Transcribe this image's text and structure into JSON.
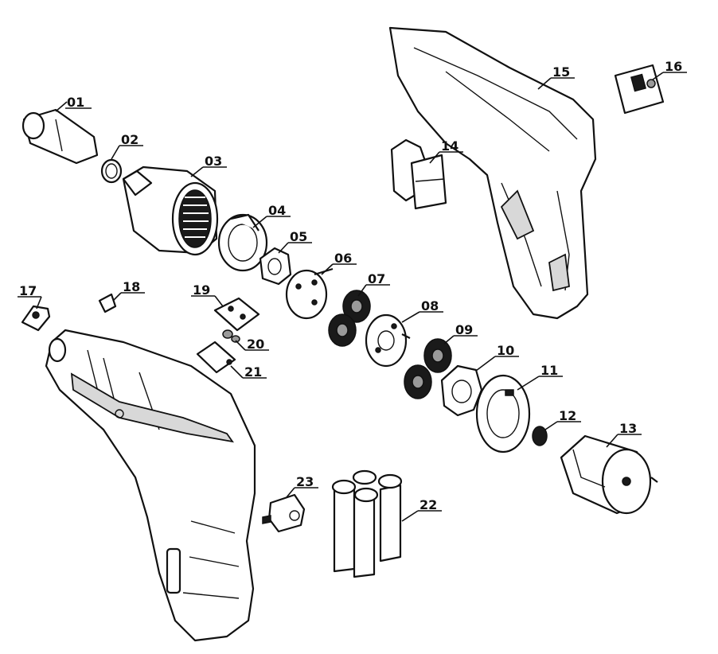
{
  "diagram": {
    "part_labels": [
      "01",
      "02",
      "03",
      "04",
      "05",
      "06",
      "07",
      "08",
      "09",
      "10",
      "11",
      "12",
      "13",
      "14",
      "15",
      "16",
      "17",
      "18",
      "19",
      "20",
      "21",
      "22",
      "23"
    ]
  }
}
